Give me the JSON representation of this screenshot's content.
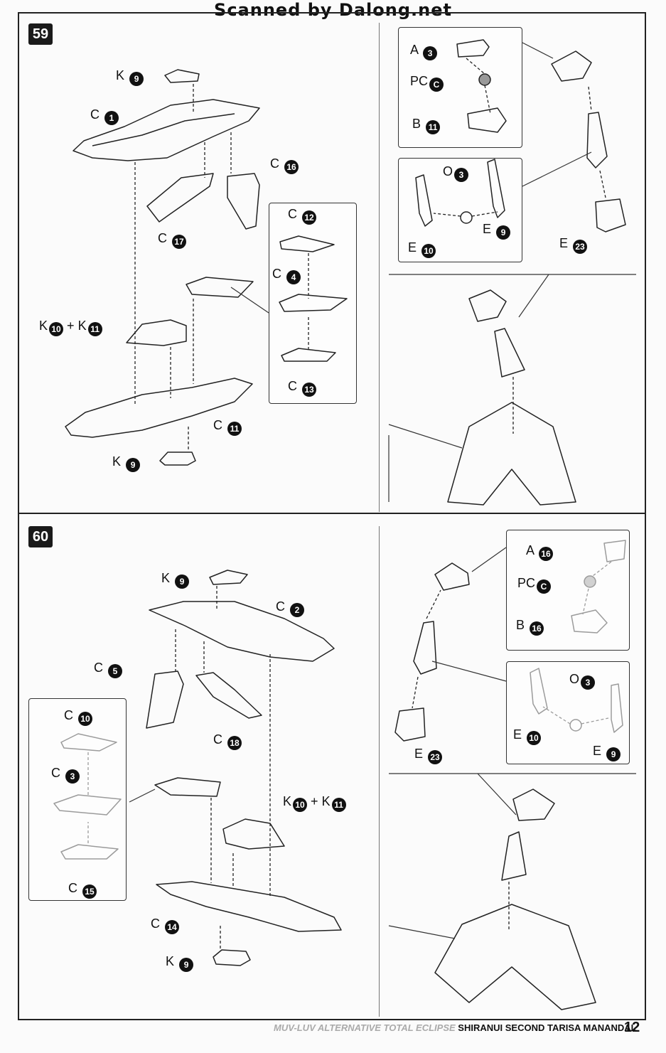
{
  "watermark": "Scanned by Dalong.net",
  "steps": [
    {
      "number": "59",
      "labels": {
        "k9_top": {
          "letter": "K",
          "num": "9"
        },
        "c1": {
          "letter": "C",
          "num": "1"
        },
        "c16": {
          "letter": "C",
          "num": "16"
        },
        "c17": {
          "letter": "C",
          "num": "17"
        },
        "c12": {
          "letter": "C",
          "num": "12"
        },
        "c4": {
          "letter": "C",
          "num": "4"
        },
        "c13": {
          "letter": "C",
          "num": "13"
        },
        "k10": {
          "letter": "K",
          "num": "10"
        },
        "k11": {
          "letter": "K",
          "num": "11"
        },
        "c11": {
          "letter": "C",
          "num": "11"
        },
        "k9_bottom": {
          "letter": "K",
          "num": "9"
        },
        "a3": {
          "letter": "A",
          "num": "3"
        },
        "pcc": {
          "letter": "PC",
          "num": "C"
        },
        "b11": {
          "letter": "B",
          "num": "11"
        },
        "o3": {
          "letter": "O",
          "num": "3"
        },
        "e10": {
          "letter": "E",
          "num": "10"
        },
        "e9": {
          "letter": "E",
          "num": "9"
        },
        "e23": {
          "letter": "E",
          "num": "23"
        }
      }
    },
    {
      "number": "60",
      "labels": {
        "k9_top": {
          "letter": "K",
          "num": "9"
        },
        "c2": {
          "letter": "C",
          "num": "2"
        },
        "c5": {
          "letter": "C",
          "num": "5"
        },
        "c18": {
          "letter": "C",
          "num": "18"
        },
        "c10": {
          "letter": "C",
          "num": "10"
        },
        "c3": {
          "letter": "C",
          "num": "3"
        },
        "c15": {
          "letter": "C",
          "num": "15"
        },
        "k10": {
          "letter": "K",
          "num": "10"
        },
        "k11": {
          "letter": "K",
          "num": "11"
        },
        "c14": {
          "letter": "C",
          "num": "14"
        },
        "k9_bottom": {
          "letter": "K",
          "num": "9"
        },
        "a16": {
          "letter": "A",
          "num": "16"
        },
        "pcc": {
          "letter": "PC",
          "num": "C"
        },
        "b16": {
          "letter": "B",
          "num": "16"
        },
        "o3": {
          "letter": "O",
          "num": "3"
        },
        "e10": {
          "letter": "E",
          "num": "10"
        },
        "e9": {
          "letter": "E",
          "num": "9"
        },
        "e23": {
          "letter": "E",
          "num": "23"
        }
      }
    }
  ],
  "plus": "+",
  "footer": {
    "series": "MUV-LUV ALTERNATIVE TOTAL ECLIPSE",
    "title": "SHIRANUI SECOND TARISA MANANDAL",
    "page": "12"
  }
}
